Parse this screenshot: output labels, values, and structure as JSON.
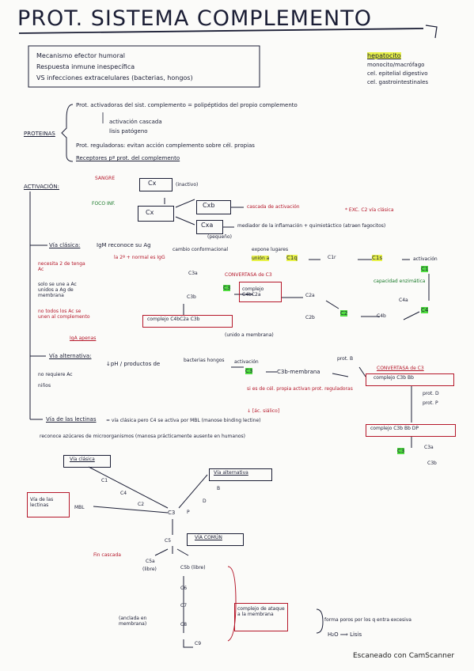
{
  "title": "PROT. SISTEMA COMPLEMENTO",
  "intro": {
    "items": [
      "Mecanismo efector humoral",
      "Respuesta inmune inespecífica",
      "VS infecciones extracelulares (bacterias, hongos)"
    ],
    "origin": [
      "hepatocito",
      "monocito/macrófago",
      "cel. epitelial digestivo",
      "cel. gastrointestinales"
    ]
  },
  "proteinas": {
    "label": "PROTEINAS",
    "activadoras": "Prot. activadoras del sist. complemento = polipéptidos del propio complemento",
    "cascada": "activación cascada",
    "lisis": "lisis patógeno",
    "reguladoras": "Prot. reguladoras: evitan acción complemento sobre cél. propias",
    "receptores": "Receptores pª prot. del complemento"
  },
  "activacion": {
    "label": "ACTIVACIÓN:",
    "sangre": "SANGRE",
    "cx": "Cx",
    "inactivo": "(inactivo)",
    "foco": "FOCO INF.",
    "cxb": "Cxb",
    "cxa": "Cxa",
    "cxb_desc": "cascada de activación",
    "cxa_desc": "mediador de la inflamación + quimiotáctico (atraen fagocitos)",
    "pequeno": "(pequeño)",
    "exc": "* EXC. C2 vía clásica"
  },
  "clasica": {
    "label": "Vía clásica:",
    "igm": "IgM reconoce su Ag",
    "cambio": "cambio conformacional",
    "expone": "expone lugares",
    "union": "unión a",
    "c1q": "C1q",
    "c1r": "C1r",
    "c1s": "C1s",
    "c1": "C1",
    "activacion": "activación",
    "segundo": "la 2ª + normal es IgG",
    "notes": [
      "necesita 2 de tenga Ac",
      "solo se une a Ac unidos a Ag de membrana",
      "no todos los Ac se unen al complemento"
    ],
    "iga": "IgA apenas",
    "convertasa": "CONVERTASA de C3",
    "c3": "C3",
    "c3a": "C3a",
    "c3b": "C3b",
    "complejo1": "complejo C4bC2a",
    "complejo2": "complejo C4bC2a C3b",
    "unido": "(unido a membrana)",
    "c2a": "C2a",
    "c2": "C2",
    "c2b": "C2b",
    "c4": "C4",
    "c4a": "C4a",
    "c4b": "C4b",
    "capacidad": "capacidad enzimática"
  },
  "alternativa": {
    "label": "Vía alternativa:",
    "ph": "↓pH / productos de",
    "bacterias": "bacterias hongos",
    "activacion": "activación",
    "c3": "C3",
    "c3b_mem": "C3b-membrana",
    "protb": "prot. B",
    "convertasa": "CONVERTASA de C3",
    "complejo_bb": "complejo C3b Bb",
    "notes": [
      "no requiere Ac",
      "niños"
    ],
    "propia": "si es de cél. propia activan prot. reguladoras",
    "acido": "↓ [ác. siálico]",
    "protd": "prot. D",
    "protp": "prot. P",
    "complejo_bbdp": "complejo C3b Bb DP",
    "c3a": "C3a",
    "c3b": "C3b"
  },
  "lectinas": {
    "label": "Vía de las lectinas",
    "desc": "= vía clásica pero C4 se activa por MBL (manose binding lectine)",
    "desc2": "reconoce azúcares de microorganismos (manosa prácticamente ausente en humanos)"
  },
  "diagram": {
    "clasica": "Vía clásica",
    "alternativa": "Vía alternativa",
    "lectinas": "Vía de las lectinas",
    "comun": "VÍA COMÚN",
    "c1": "C1",
    "c4": "C4",
    "c2": "C2",
    "mbl": "MBL",
    "b": "B",
    "d": "D",
    "c3": "C3",
    "p": "P",
    "c5": "C5",
    "c5a": "C5a",
    "c5b": "C5b (libre)",
    "libre": "(libre)",
    "c6": "C6",
    "c7": "C7",
    "c8": "C8",
    "c9": "C9",
    "fin": "Fin cascada",
    "anclada": "(anclada en membrana)",
    "complejo": "complejo de ataque a la membrana",
    "forma": "forma poros por los q entra excesiva",
    "h2o": "H₂O ⟹ Lisis"
  },
  "footer": "Escaneado con CamScanner"
}
